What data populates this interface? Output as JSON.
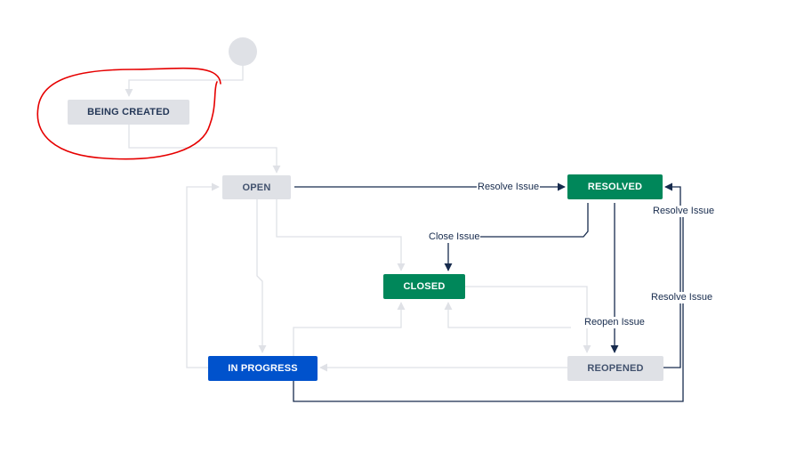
{
  "statuses": {
    "being_created": "BEING CREATED",
    "open": "OPEN",
    "resolved": "RESOLVED",
    "closed": "CLOSED",
    "in_progress": "IN PROGRESS",
    "reopened": "REOPENED"
  },
  "transitions": {
    "resolve_open": "Resolve Issue",
    "close_resolved": "Close Issue",
    "reopen": "Reopen Issue",
    "resolve_reopened": "Resolve Issue",
    "resolve_in_progress": "Resolve Issue"
  },
  "colors": {
    "neutral": "#dfe1e6",
    "done": "#00875a",
    "in_progress": "#0052cc",
    "active_line": "#172b4d",
    "inactive_line": "#dfe1e6",
    "annotation": "#e60000"
  }
}
